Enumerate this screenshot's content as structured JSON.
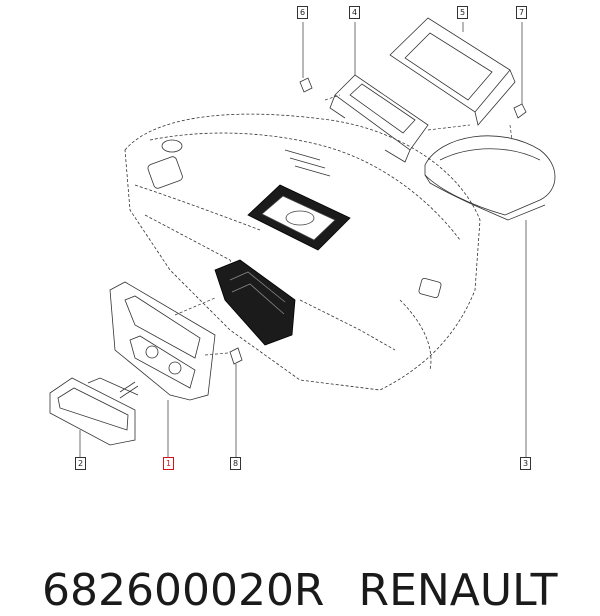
{
  "diagram": {
    "part_number": "682600020R",
    "brand": "RENAULT",
    "callouts": [
      {
        "id": "callout-1",
        "label": "1",
        "highlighted": true
      },
      {
        "id": "callout-2",
        "label": "2",
        "highlighted": false
      },
      {
        "id": "callout-3",
        "label": "3",
        "highlighted": false
      },
      {
        "id": "callout-4",
        "label": "4",
        "highlighted": false
      },
      {
        "id": "callout-5",
        "label": "5",
        "highlighted": false
      },
      {
        "id": "callout-6",
        "label": "6",
        "highlighted": false
      },
      {
        "id": "callout-7",
        "label": "7",
        "highlighted": false
      },
      {
        "id": "callout-8",
        "label": "8",
        "highlighted": false
      }
    ],
    "colors": {
      "line": "#222222",
      "highlight": "#d0141e",
      "dark_fill": "#1b1b1b"
    }
  }
}
